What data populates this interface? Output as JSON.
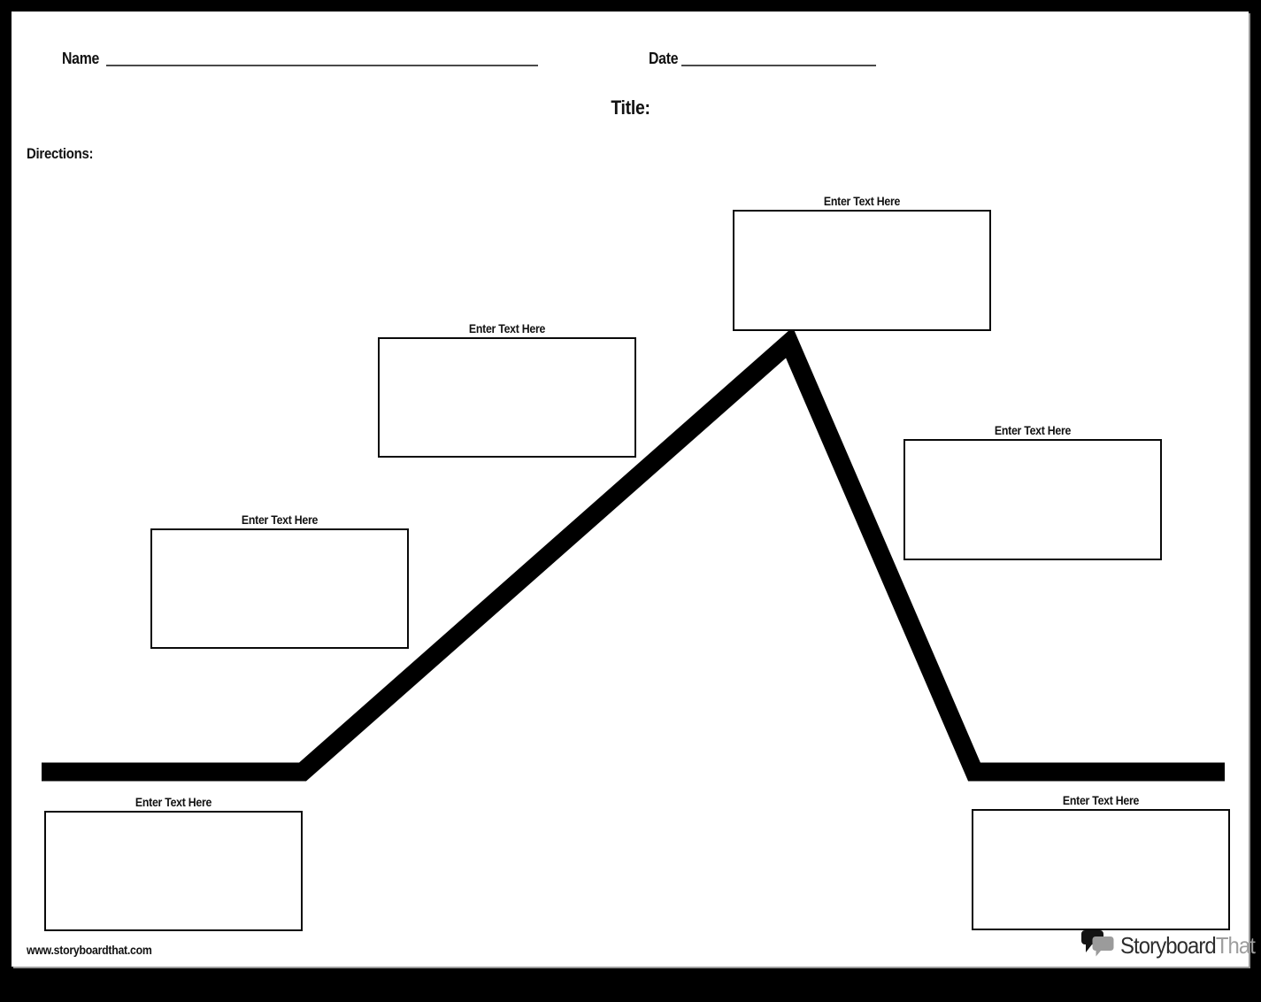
{
  "header": {
    "name_label": "Name",
    "name_value": "",
    "date_label": "Date",
    "date_value": "",
    "title_label": "Title:",
    "directions_label": "Directions:"
  },
  "boxes": [
    {
      "role": "exposition",
      "label": "Enter Text Here",
      "value": ""
    },
    {
      "role": "rising-action-1",
      "label": "Enter Text Here",
      "value": ""
    },
    {
      "role": "rising-action-2",
      "label": "Enter Text Here",
      "value": ""
    },
    {
      "role": "climax",
      "label": "Enter Text Here",
      "value": ""
    },
    {
      "role": "falling-action",
      "label": "Enter Text Here",
      "value": ""
    },
    {
      "role": "resolution",
      "label": "Enter Text Here",
      "value": ""
    }
  ],
  "plot_line": {
    "description": "story arc line: flat, rising to peak, falling, flat",
    "color": "#000000",
    "thickness_px": 21
  },
  "footer": {
    "website": "www.storyboardthat.com",
    "logo": {
      "icon": "speech-bubbles-icon",
      "text_primary": "Storyboard",
      "text_secondary": "That"
    }
  },
  "colors": {
    "frame": "#000000",
    "page_background": "#ffffff",
    "plot_line": "#000000",
    "box_border": "#0a0a0a",
    "fill_line": "#4a4a4a",
    "logo_primary": "#2d2d2d",
    "logo_secondary": "#9e9e9e"
  }
}
